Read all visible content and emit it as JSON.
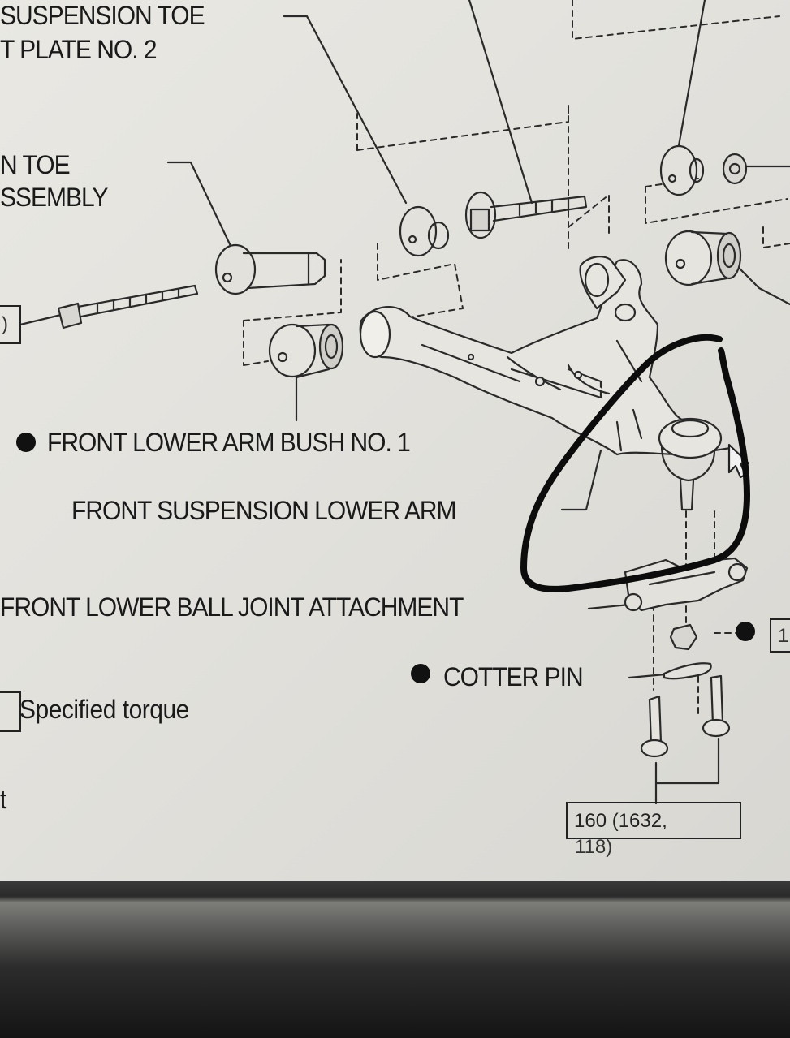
{
  "labels": {
    "toe_plate": [
      "SUSPENSION TOE",
      "T PLATE NO. 2"
    ],
    "toe_assembly": [
      "N TOE",
      "SSEMBLY"
    ],
    "bush": "FRONT LOWER ARM BUSH NO. 1",
    "lower_arm": "FRONT SUSPENSION LOWER ARM",
    "ball_joint": "FRONT LOWER BALL JOINT ATTACHMENT",
    "cotter_pin": "COTTER PIN",
    "legend_torque": "Specified torque",
    "legend_partial": "t",
    "torque_box": [
      "160 (1632,",
      "118)"
    ],
    "left_box": ")",
    "right_box": "1"
  },
  "colors": {
    "paper": "#e6e5e0",
    "line": "#2a2a2a",
    "marker": "#0c0c0c"
  },
  "icons": [
    "bullet-icon",
    "mouse-pointer-icon"
  ]
}
